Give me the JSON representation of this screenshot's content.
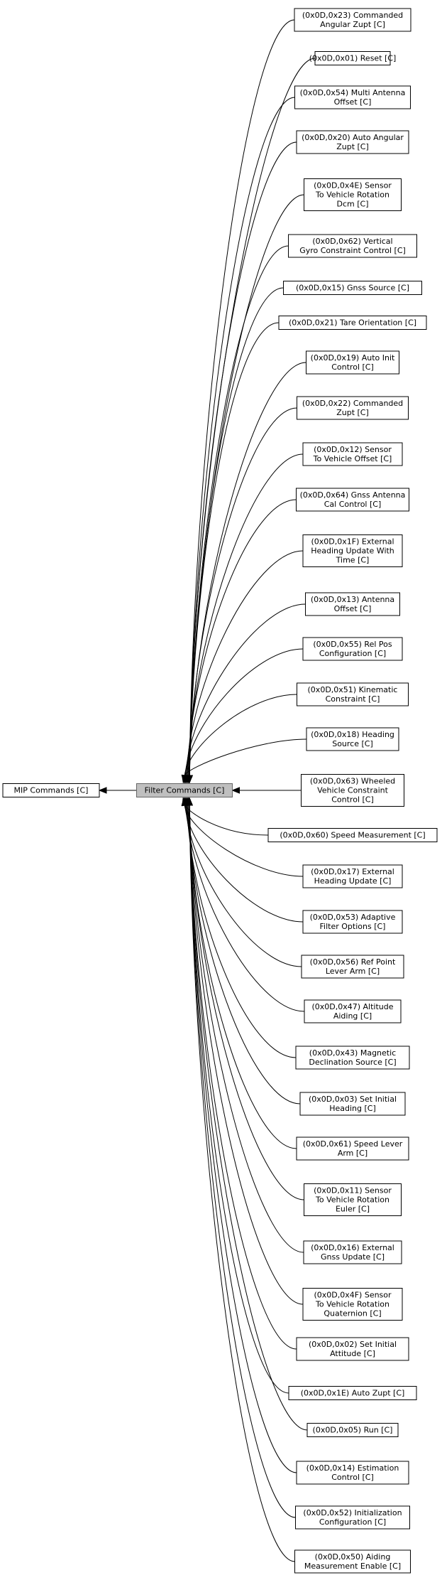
{
  "graph": {
    "center": {
      "id": "filter-commands",
      "lines": [
        "Filter Commands [C]"
      ]
    },
    "parent": {
      "id": "mip-commands",
      "lines": [
        "MIP Commands [C]"
      ]
    },
    "children": [
      {
        "id": "commanded-angular-zupt",
        "lines": [
          "(0x0D,0x23) Commanded",
          "Angular Zupt [C]"
        ]
      },
      {
        "id": "reset",
        "lines": [
          "(0x0D,0x01) Reset [C]"
        ]
      },
      {
        "id": "multi-antenna-offset",
        "lines": [
          "(0x0D,0x54) Multi Antenna",
          "Offset [C]"
        ]
      },
      {
        "id": "auto-angular-zupt",
        "lines": [
          "(0x0D,0x20) Auto Angular",
          "Zupt [C]"
        ]
      },
      {
        "id": "sensor-to-vehicle-rotation-dcm",
        "lines": [
          "(0x0D,0x4E) Sensor",
          "To Vehicle Rotation",
          "Dcm [C]"
        ]
      },
      {
        "id": "vertical-gyro-constraint-control",
        "lines": [
          "(0x0D,0x62) Vertical",
          "Gyro Constraint Control [C]"
        ]
      },
      {
        "id": "gnss-source",
        "lines": [
          "(0x0D,0x15) Gnss Source [C]"
        ]
      },
      {
        "id": "tare-orientation",
        "lines": [
          "(0x0D,0x21) Tare Orientation [C]"
        ]
      },
      {
        "id": "auto-init-control",
        "lines": [
          "(0x0D,0x19) Auto Init",
          "Control [C]"
        ]
      },
      {
        "id": "commanded-zupt",
        "lines": [
          "(0x0D,0x22) Commanded",
          "Zupt [C]"
        ]
      },
      {
        "id": "sensor-to-vehicle-offset",
        "lines": [
          "(0x0D,0x12) Sensor",
          "To Vehicle Offset [C]"
        ]
      },
      {
        "id": "gnss-antenna-cal-control",
        "lines": [
          "(0x0D,0x64) Gnss Antenna",
          "Cal Control [C]"
        ]
      },
      {
        "id": "external-heading-update-with-time",
        "lines": [
          "(0x0D,0x1F) External",
          "Heading Update With",
          "Time [C]"
        ]
      },
      {
        "id": "antenna-offset",
        "lines": [
          "(0x0D,0x13) Antenna",
          "Offset [C]"
        ]
      },
      {
        "id": "rel-pos-configuration",
        "lines": [
          "(0x0D,0x55) Rel Pos",
          "Configuration [C]"
        ]
      },
      {
        "id": "kinematic-constraint",
        "lines": [
          "(0x0D,0x51) Kinematic",
          "Constraint [C]"
        ]
      },
      {
        "id": "heading-source",
        "lines": [
          "(0x0D,0x18) Heading",
          "Source [C]"
        ]
      },
      {
        "id": "wheeled-vehicle-constraint-control",
        "lines": [
          "(0x0D,0x63) Wheeled",
          "Vehicle Constraint",
          "Control [C]"
        ]
      },
      {
        "id": "speed-measurement",
        "lines": [
          "(0x0D,0x60) Speed Measurement [C]"
        ]
      },
      {
        "id": "external-heading-update",
        "lines": [
          "(0x0D,0x17) External",
          "Heading Update [C]"
        ]
      },
      {
        "id": "adaptive-filter-options",
        "lines": [
          "(0x0D,0x53) Adaptive",
          "Filter Options [C]"
        ]
      },
      {
        "id": "ref-point-lever-arm",
        "lines": [
          "(0x0D,0x56) Ref Point",
          "Lever Arm [C]"
        ]
      },
      {
        "id": "altitude-aiding",
        "lines": [
          "(0x0D,0x47) Altitude",
          "Aiding [C]"
        ]
      },
      {
        "id": "magnetic-declination-source",
        "lines": [
          "(0x0D,0x43) Magnetic",
          "Declination Source [C]"
        ]
      },
      {
        "id": "set-initial-heading",
        "lines": [
          "(0x0D,0x03) Set Initial",
          "Heading [C]"
        ]
      },
      {
        "id": "speed-lever-arm",
        "lines": [
          "(0x0D,0x61) Speed Lever",
          "Arm [C]"
        ]
      },
      {
        "id": "sensor-to-vehicle-rotation-euler",
        "lines": [
          "(0x0D,0x11) Sensor",
          "To Vehicle Rotation",
          "Euler [C]"
        ]
      },
      {
        "id": "external-gnss-update",
        "lines": [
          "(0x0D,0x16) External",
          "Gnss Update [C]"
        ]
      },
      {
        "id": "sensor-to-vehicle-rotation-quaternion",
        "lines": [
          "(0x0D,0x4F) Sensor",
          "To Vehicle Rotation",
          "Quaternion [C]"
        ]
      },
      {
        "id": "set-initial-attitude",
        "lines": [
          "(0x0D,0x02) Set Initial",
          "Attitude [C]"
        ]
      },
      {
        "id": "auto-zupt",
        "lines": [
          "(0x0D,0x1E) Auto Zupt [C]"
        ]
      },
      {
        "id": "run",
        "lines": [
          "(0x0D,0x05) Run [C]"
        ]
      },
      {
        "id": "estimation-control",
        "lines": [
          "(0x0D,0x14) Estimation",
          "Control [C]"
        ]
      },
      {
        "id": "initialization-configuration",
        "lines": [
          "(0x0D,0x52) Initialization",
          "Configuration [C]"
        ]
      },
      {
        "id": "aiding-measurement-enable",
        "lines": [
          "(0x0D,0x50) Aiding",
          "Measurement Enable [C]"
        ]
      }
    ]
  }
}
